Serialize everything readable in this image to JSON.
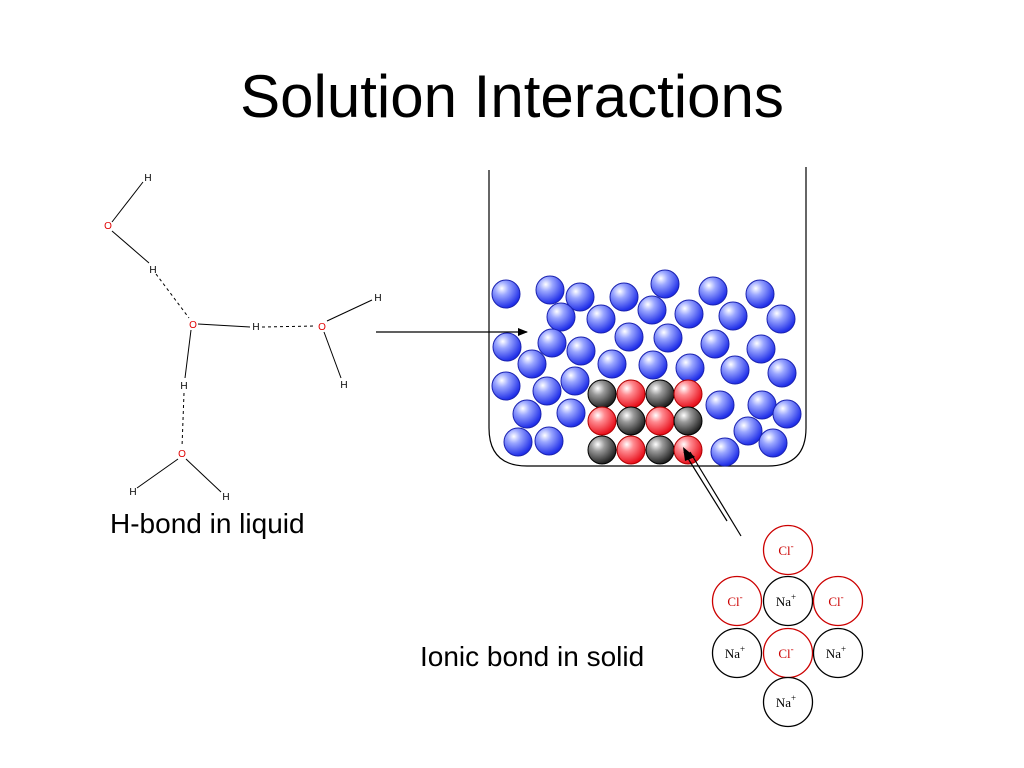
{
  "title": "Solution Interactions",
  "captions": {
    "hbond": "H-bond in liquid",
    "ionic": "Ionic bond in solid"
  },
  "molecule": {
    "oxygen": "O",
    "hydrogen": "H"
  },
  "ions": {
    "chloride": "Cl",
    "chloride_charge": "-",
    "sodium": "Na",
    "sodium_charge": "+"
  },
  "colors": {
    "water_sphere": "#2a3cf0",
    "sodium_sphere": "#555555",
    "chloride_sphere": "#ee1c2a",
    "oxygen_label": "#e00000",
    "chloride_ring": "#cc0000",
    "sodium_ring": "#000000"
  }
}
